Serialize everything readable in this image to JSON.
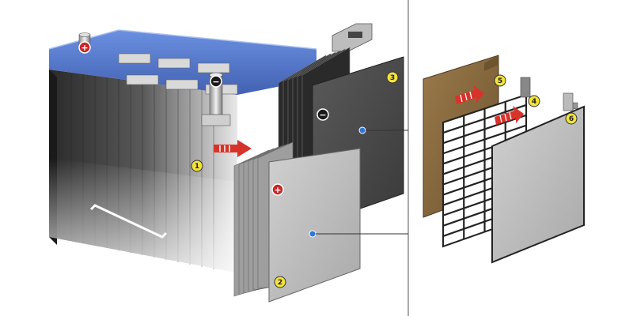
{
  "callouts": [
    {
      "id": "cell-block",
      "label": "1"
    },
    {
      "id": "positive-plate-stack",
      "label": "2"
    },
    {
      "id": "negative-plate-stack",
      "label": "3"
    },
    {
      "id": "grid",
      "label": "4"
    },
    {
      "id": "separator",
      "label": "5"
    },
    {
      "id": "single-plate",
      "label": "6"
    }
  ],
  "symbols": {
    "positive": "+",
    "negative": "−"
  },
  "colors": {
    "lid_blue": "#3a63c4",
    "callout_yellow": "#f3e23a",
    "arrow_red": "#d8332b",
    "separator_brown": "#8a6a3e",
    "connector_dot": "#2f78d8",
    "divider": "#555555"
  }
}
